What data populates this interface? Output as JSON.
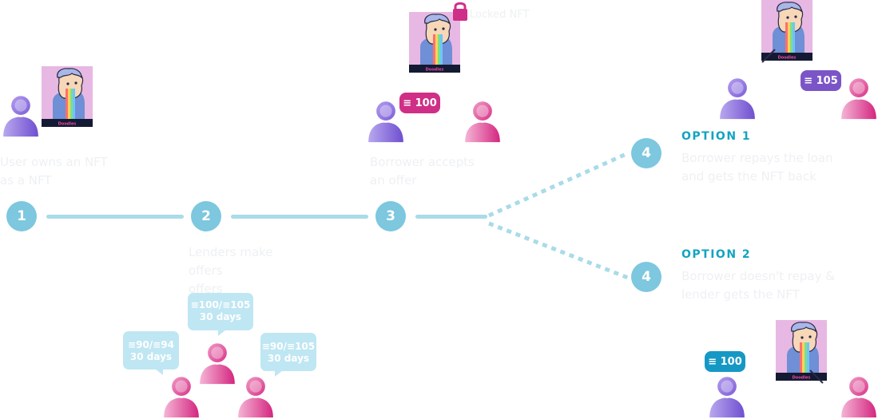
{
  "steps": [
    "1",
    "2",
    "3",
    "4",
    "4"
  ],
  "captions": {
    "step1": [
      "User owns an NFT",
      "as a NFT"
    ],
    "step2": [
      "Lenders make offers",
      "offers"
    ],
    "step3": [
      "Borrower accepts",
      "an offer"
    ],
    "lock": "Locked NFT"
  },
  "options": {
    "option1": {
      "title": "OPTION 1",
      "text": [
        "Borrower repays the loan",
        "and gets the NFT back"
      ]
    },
    "option2": {
      "title": "OPTION 2",
      "text": [
        "Borrower doesn't repay &",
        "lender gets the NFT"
      ]
    }
  },
  "badges": {
    "loan": "≡ 100",
    "repay": "≡ 105",
    "default": "≡ 100"
  },
  "offers": {
    "left": [
      "≡90/≡94",
      "30 days"
    ],
    "middle": [
      "≡100/≡105",
      "30 days"
    ],
    "right": [
      "≡90/≡105",
      "30 days"
    ]
  },
  "nft_label": "Doodles",
  "colors": {
    "step": "#7dc7df",
    "line": "#a9dbe8",
    "option_title": "#14a3c2",
    "badge_magenta": "#cf2f86",
    "badge_purple": "#7b55c7",
    "badge_blue": "#1698c5",
    "bubble": "#bfe6f3"
  }
}
